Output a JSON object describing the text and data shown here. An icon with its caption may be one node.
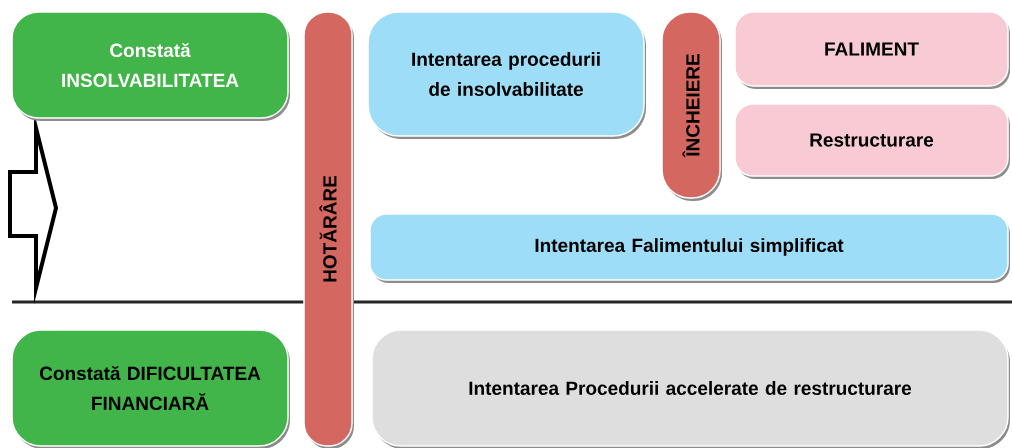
{
  "diagram": {
    "nodes": [
      {
        "text": [
          "Constată INSOLVABILITATEA"
        ]
      },
      {
        "text": [
          "HOTĂRÂRE"
        ]
      },
      {
        "text": [
          "Intentarea procedurii de insolvabilitate"
        ]
      },
      {
        "text": [
          "ÎNCHEIERE"
        ]
      },
      {
        "text": [
          "FALIMENT"
        ]
      },
      {
        "text": [
          "Restructurare"
        ]
      },
      {
        "text": [
          "Intentarea Falimentului simplificat"
        ]
      },
      {
        "text": [
          "Constată DIFICULTATEA FINANCIARĂ"
        ]
      },
      {
        "text": [
          "Intentarea Procedurii accelerate de restructurare"
        ]
      }
    ],
    "edges": []
  }
}
